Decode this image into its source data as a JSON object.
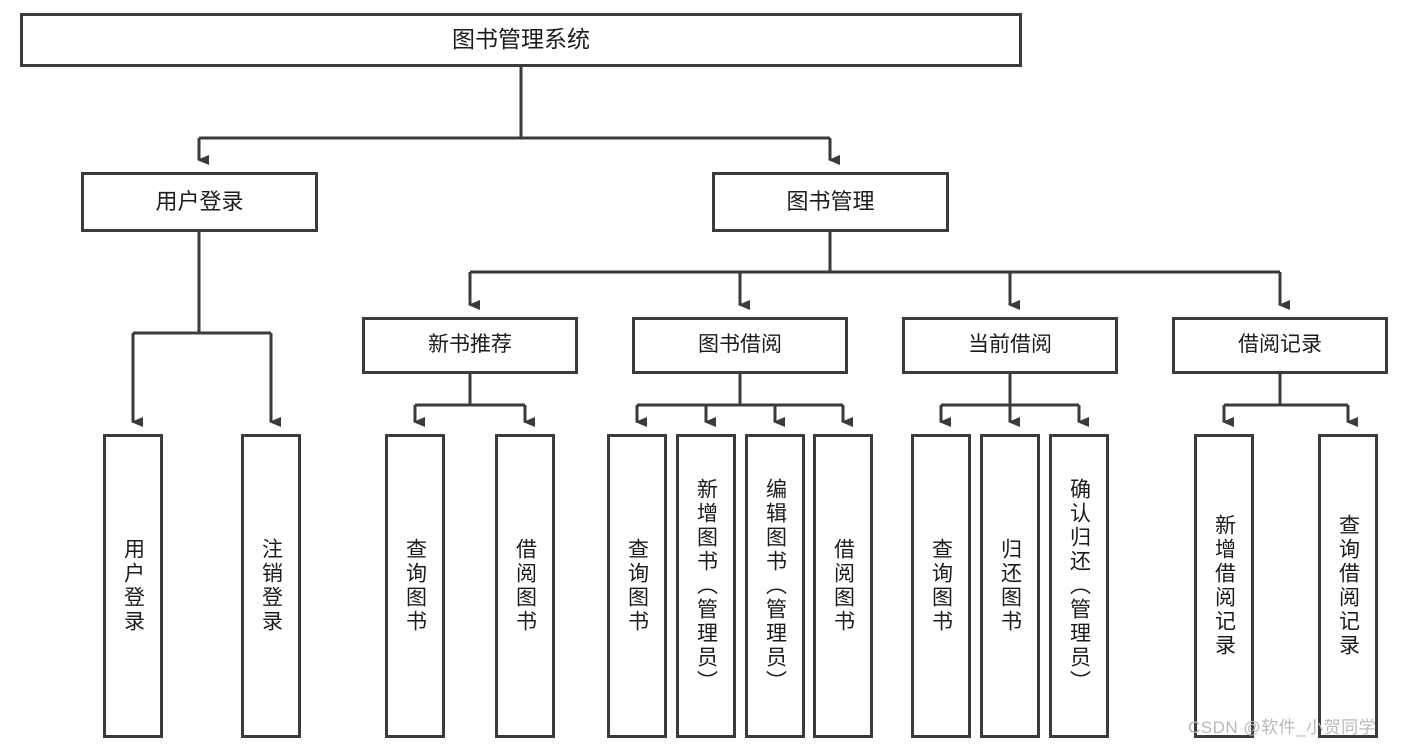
{
  "diagram": {
    "type": "tree-hierarchy-chart",
    "title": "图书管理系统",
    "orientation": "top-down",
    "colors": {
      "background": "#ffffff",
      "stroke": "#3b3b3b",
      "text": "#1c1c1c",
      "watermark": "#b9b9b9"
    },
    "root": {
      "label": "图书管理系统"
    },
    "level1": [
      {
        "label": "用户登录"
      },
      {
        "label": "图书管理"
      }
    ],
    "level2": [
      {
        "label": "新书推荐"
      },
      {
        "label": "图书借阅"
      },
      {
        "label": "当前借阅"
      },
      {
        "label": "借阅记录"
      }
    ],
    "leaves": {
      "user_login": [
        {
          "label": "用户登录"
        },
        {
          "label": "注销登录"
        }
      ],
      "new_book_recommend": [
        {
          "label": "查询图书"
        },
        {
          "label": "借阅图书"
        }
      ],
      "book_borrow": [
        {
          "label": "查询图书"
        },
        {
          "label": "新增图书（管理员）"
        },
        {
          "label": "编辑图书（管理员）"
        },
        {
          "label": "借阅图书"
        }
      ],
      "current_borrow": [
        {
          "label": "查询图书"
        },
        {
          "label": "归还图书"
        },
        {
          "label": "确认归还（管理员）"
        }
      ],
      "borrow_records": [
        {
          "label": "新增借阅记录"
        },
        {
          "label": "查询借阅记录"
        }
      ]
    }
  },
  "watermark": {
    "text": "CSDN @软件_小贺同学"
  }
}
